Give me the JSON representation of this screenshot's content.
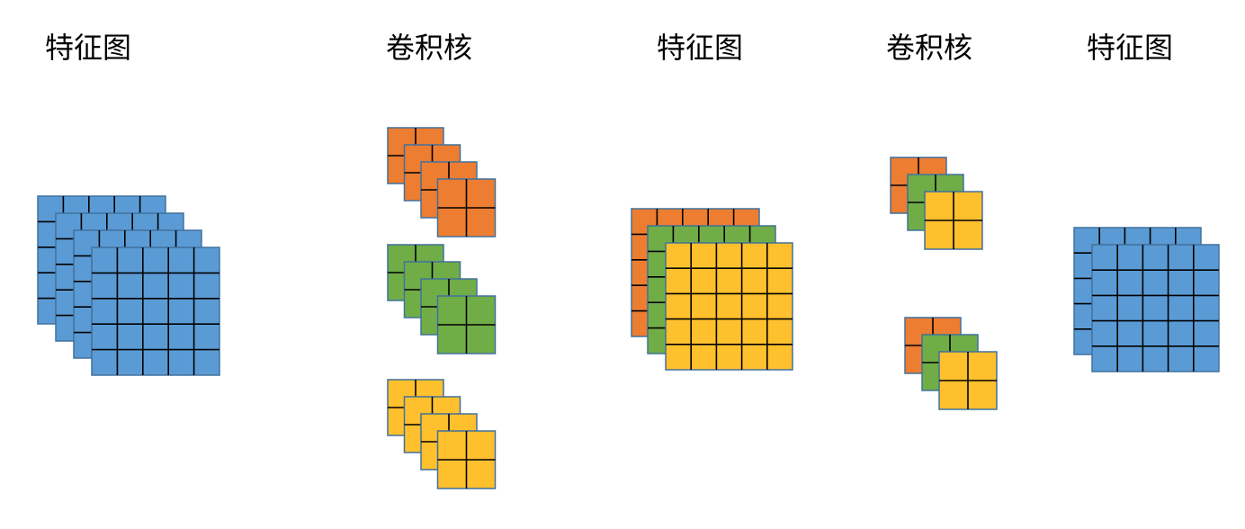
{
  "labels": {
    "input_feature_map": "特征图",
    "first_kernels": "卷积核",
    "middle_feature_map": "特征图",
    "second_kernels": "卷积核",
    "output_feature_map": "特征图"
  },
  "colors": {
    "blue": "#5B9BD5",
    "orange": "#ED7D31",
    "green": "#70AD47",
    "yellow": "#FFC02E",
    "border": "#41719C",
    "grid_line": "#000000"
  },
  "diagram": {
    "input_feature_map": {
      "channels": 4,
      "grid": 5,
      "color": "blue"
    },
    "first_kernel_groups": [
      {
        "color": "orange",
        "depth": 4,
        "grid": 2
      },
      {
        "color": "green",
        "depth": 4,
        "grid": 2
      },
      {
        "color": "yellow",
        "depth": 4,
        "grid": 2
      }
    ],
    "middle_feature_map": {
      "channels": [
        "orange",
        "green",
        "yellow"
      ],
      "grid": 5
    },
    "second_kernel_groups": [
      {
        "colors": [
          "orange",
          "green",
          "yellow"
        ],
        "grid": 2
      },
      {
        "colors": [
          "orange",
          "green",
          "yellow"
        ],
        "grid": 2
      }
    ],
    "output_feature_map": {
      "channels": 2,
      "grid": 5,
      "color": "blue"
    }
  }
}
